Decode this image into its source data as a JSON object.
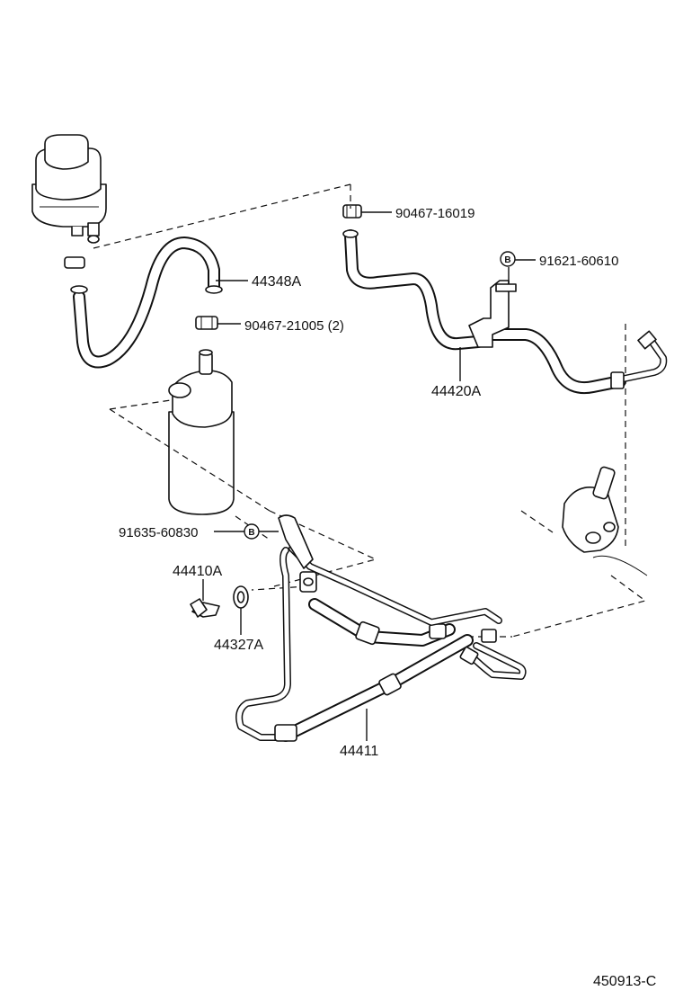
{
  "parts": {
    "clamp_upper": "90467-16019",
    "bolt_b_upper": "91621-60610",
    "hose_reservoir": "44348A",
    "clamp_lower": "90467-21005 (2)",
    "return_tube": "44420A",
    "bolt_b_lower": "91635-60830",
    "union_bolt": "44410A",
    "gasket": "44327A",
    "pressure_hose": "44411"
  },
  "marker_b": "B",
  "illustration_ref": "450913-C"
}
